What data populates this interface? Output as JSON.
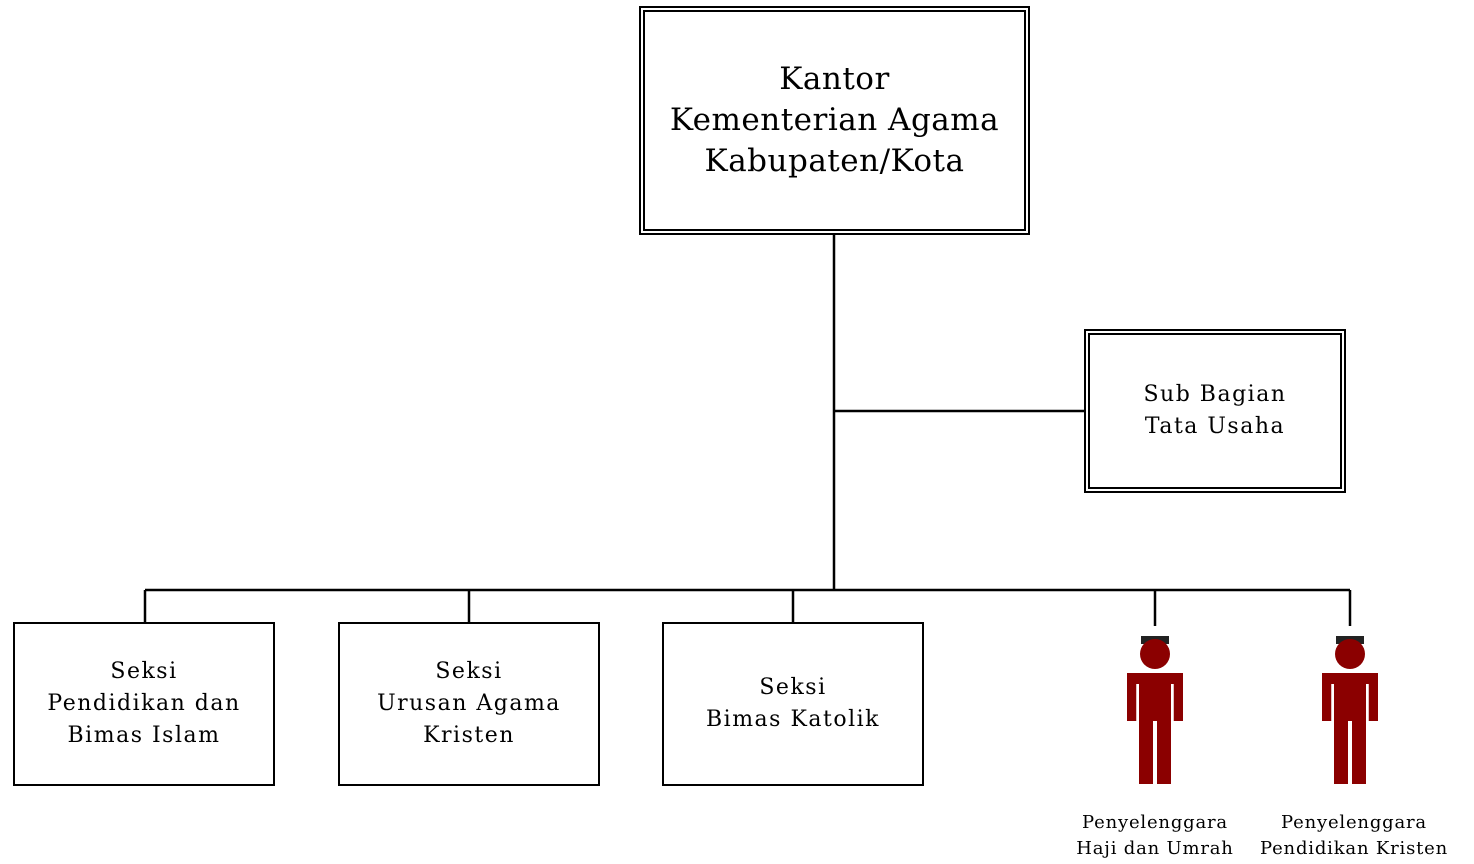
{
  "head_office": {
    "line1": "Kantor",
    "line2": "Kementerian Agama",
    "line3": "Kabupaten/Kota"
  },
  "admin_unit": {
    "line1": "Sub Bagian",
    "line2": "Tata Usaha"
  },
  "sections": [
    {
      "line1": "Seksi",
      "line2": "Pendidikan dan",
      "line3": "Bimas Islam"
    },
    {
      "line1": "Seksi",
      "line2": "Urusan Agama",
      "line3": "Kristen"
    },
    {
      "line1": "Seksi",
      "line2": "Bimas Katolik"
    }
  ],
  "officers": [
    {
      "line1": "Penyelenggara",
      "line2": "Haji dan Umrah"
    },
    {
      "line1": "Penyelenggara",
      "line2": "Pendidikan Kristen"
    }
  ],
  "colors": {
    "line": "#000000",
    "person_fill": "#8b0000",
    "person_hair": "#222222"
  },
  "icons": {
    "officer": "person-icon"
  }
}
